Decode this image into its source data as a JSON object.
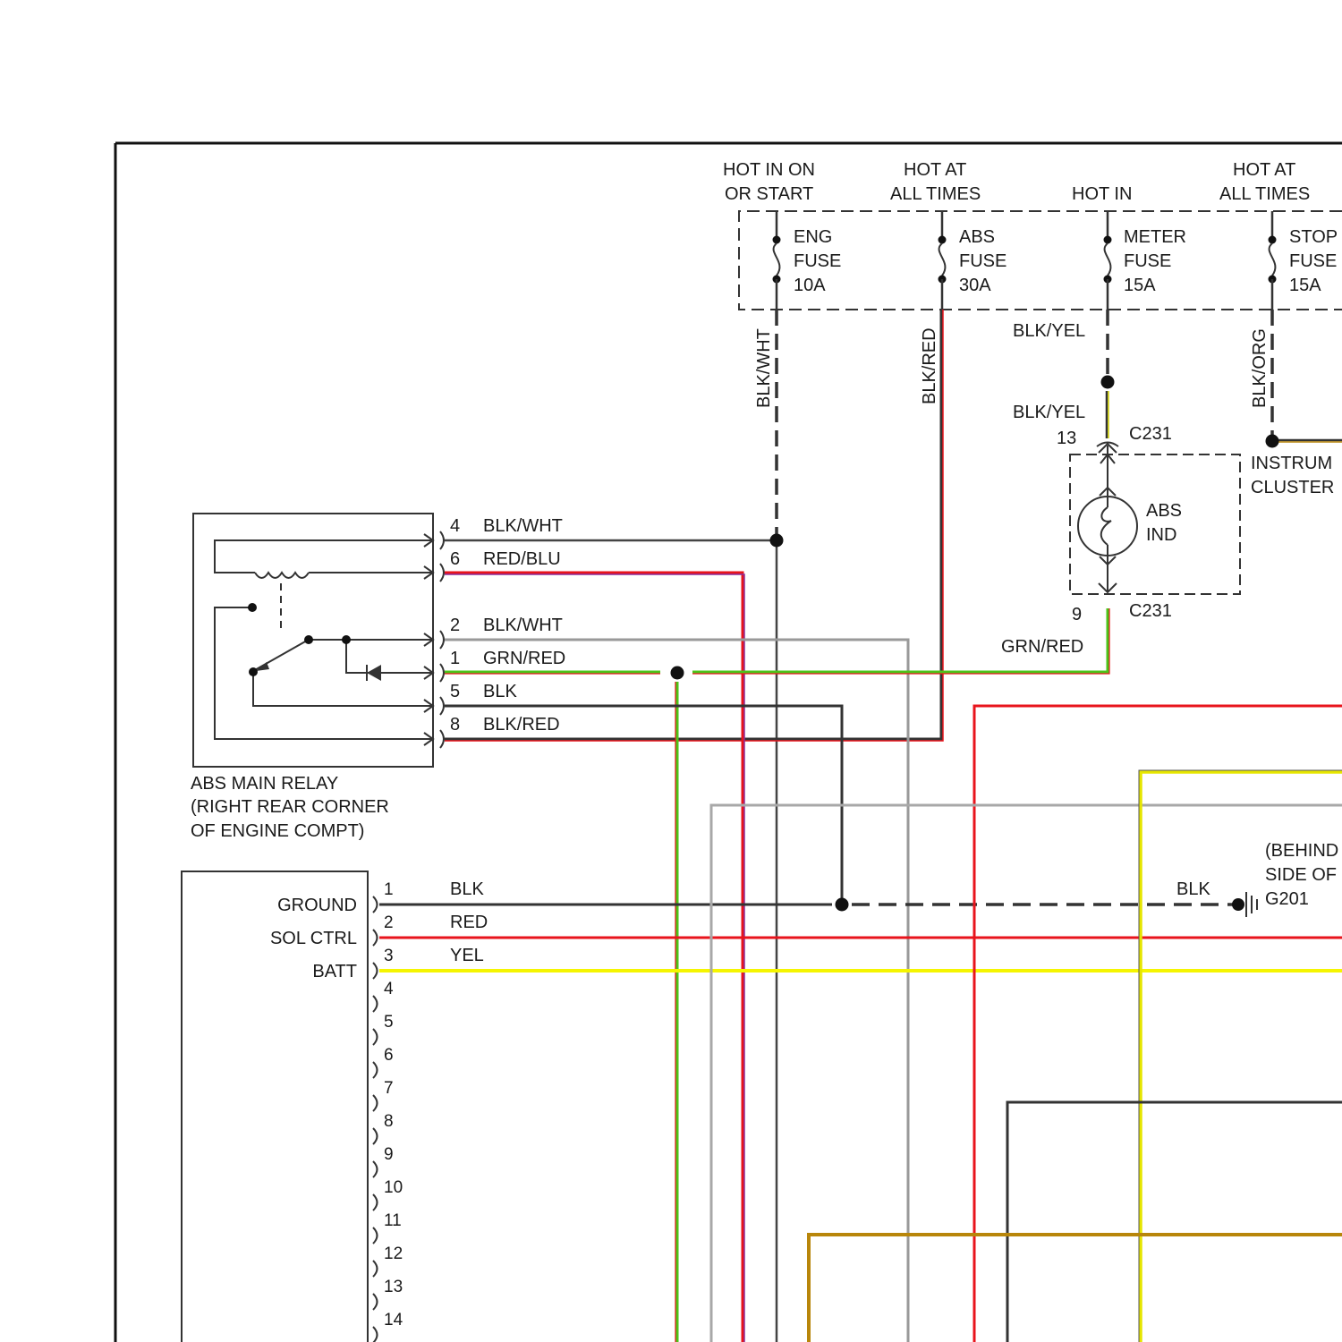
{
  "supply_headers": [
    {
      "line1": "HOT IN ON",
      "line2": "OR START"
    },
    {
      "line1": "HOT AT",
      "line2": "ALL TIMES"
    },
    {
      "line1": "",
      "line2": "HOT IN"
    },
    {
      "line1": "HOT AT",
      "line2": "ALL TIMES"
    }
  ],
  "fuses": [
    {
      "name": "ENG",
      "word": "FUSE",
      "rating": "10A"
    },
    {
      "name": "ABS",
      "word": "FUSE",
      "rating": "30A"
    },
    {
      "name": "METER",
      "word": "FUSE",
      "rating": "15A"
    },
    {
      "name": "STOP",
      "word": "FUSE",
      "rating": "15A"
    }
  ],
  "fuse_wires": {
    "eng": "BLK/WHT",
    "abs": "BLK/RED",
    "meter_upper": "BLK/YEL",
    "meter_lower": "BLK/YEL",
    "stop": "BLK/ORG"
  },
  "indicator": {
    "pin_top": "13",
    "connector_top": "C231",
    "label1": "ABS",
    "label2": "IND",
    "pin_bottom": "9",
    "connector_bottom": "C231",
    "wire_out": "GRN/RED"
  },
  "instrument_cluster": {
    "line1": "INSTRUM",
    "line2": "CLUSTER"
  },
  "relay": {
    "title1": "ABS MAIN RELAY",
    "title2": "(RIGHT REAR CORNER",
    "title3": "OF ENGINE COMPT)",
    "pins": [
      {
        "pin": "4",
        "wire": "BLK/WHT"
      },
      {
        "pin": "6",
        "wire": "RED/BLU"
      },
      {
        "pin": "2",
        "wire": "BLK/WHT"
      },
      {
        "pin": "1",
        "wire": "GRN/RED"
      },
      {
        "pin": "5",
        "wire": "BLK"
      },
      {
        "pin": "8",
        "wire": "BLK/RED"
      }
    ]
  },
  "module": {
    "functions": [
      "GROUND",
      "SOL CTRL",
      "BATT"
    ],
    "pins": [
      "1",
      "2",
      "3",
      "4",
      "5",
      "6",
      "7",
      "8",
      "9",
      "10",
      "11",
      "12",
      "13",
      "14"
    ],
    "wires": [
      "BLK",
      "RED",
      "YEL"
    ]
  },
  "ground": {
    "wire": "BLK",
    "note1": "(BEHIND",
    "note2": "SIDE OF",
    "id": "G201"
  },
  "colors": {
    "black": "#333333",
    "red": "#e8141c",
    "yellow": "#f5f500",
    "green": "#4cc41a",
    "gray": "#a8a8a8",
    "purple": "#8a2d9a",
    "olive": "#b8860b"
  }
}
